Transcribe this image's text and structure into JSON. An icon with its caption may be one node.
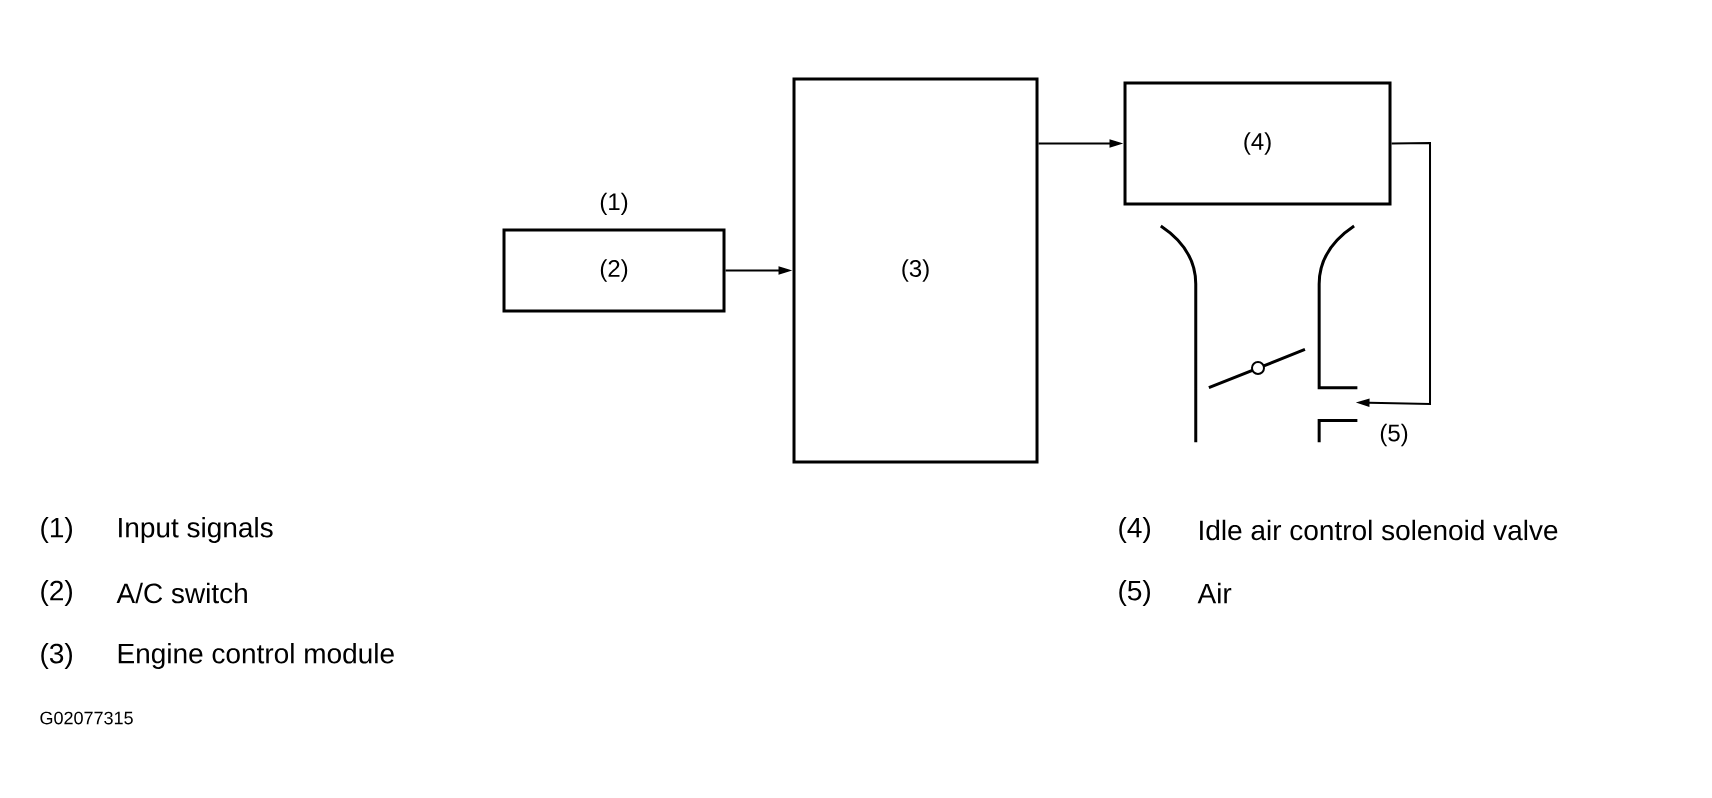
{
  "diagram": {
    "nodes": [
      {
        "text": [
          "(2)"
        ],
        "beside": [
          "(1)"
        ]
      },
      {
        "text": [
          "(3)"
        ]
      },
      {
        "text": [
          "(4)"
        ]
      },
      {
        "text": [
          "(5)"
        ]
      }
    ],
    "edges": [
      {
        "from": 0,
        "to": 1,
        "arrow": "to"
      },
      {
        "from": 1,
        "to": 2,
        "arrow": "to"
      },
      {
        "from": 2,
        "to": 3,
        "arrow": "to"
      }
    ],
    "labels": [
      "(1)",
      "Input signals",
      "(4)",
      "Idle air control solenoid valve",
      "(2)",
      "A/C switch",
      "(5)",
      "Air",
      "(3)",
      "Engine control module",
      "G02077315"
    ]
  }
}
